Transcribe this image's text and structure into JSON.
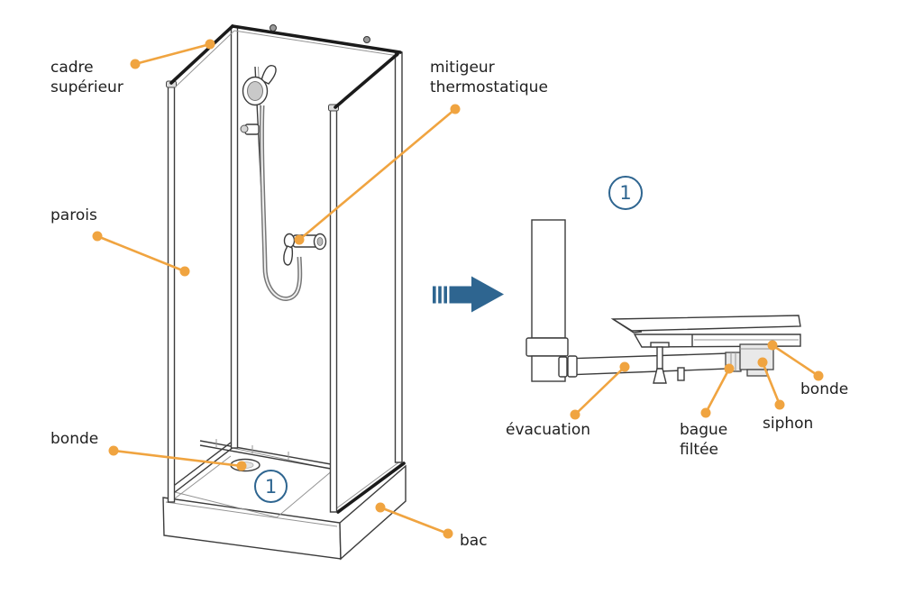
{
  "colors": {
    "orange": "#F0A440",
    "blue": "#2E6590",
    "ink": "#1F1F1F"
  },
  "cabin": {
    "marker": "1",
    "labels": {
      "cadre_superieur": "cadre supérieur",
      "parois": "parois",
      "bonde": "bonde",
      "bac": "bac",
      "mitigeur": "mitigeur thermostatique"
    }
  },
  "detail": {
    "marker": "1",
    "labels": {
      "evacuation": "évacuation",
      "bague_filtee": "bague filtée",
      "siphon": "siphon",
      "bonde": "bonde"
    }
  }
}
